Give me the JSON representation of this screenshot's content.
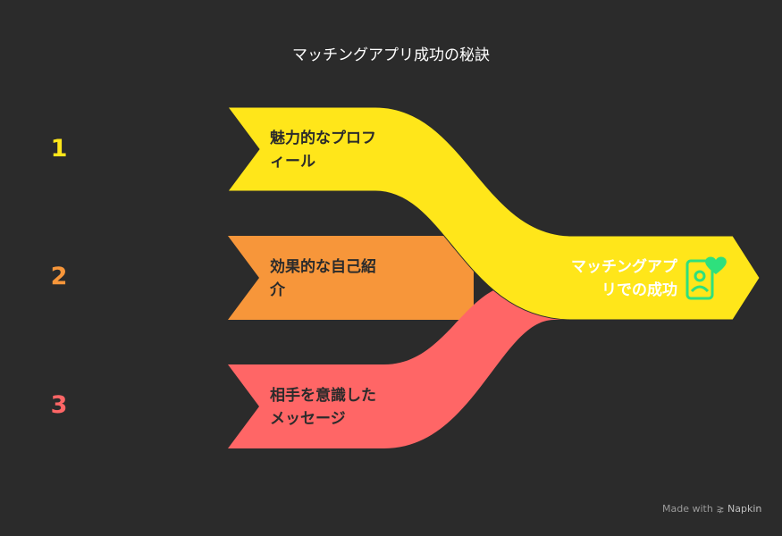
{
  "title": "マッチングアプリ成功の秘訣",
  "steps": [
    {
      "number": "1",
      "label": "魅力的なプロフ\nィール",
      "color": "#ffe61a"
    },
    {
      "number": "2",
      "label": "効果的な自己紹\n介",
      "color": "#f7963a"
    },
    {
      "number": "3",
      "label": "相手を意識した\nメッセージ",
      "color": "#ff6666"
    }
  ],
  "result": {
    "label": "マッチングアプ\nリでの成功",
    "icon": "phone-heart-icon",
    "icon_color": "#2ee07d"
  },
  "footer": {
    "prefix": "Made with",
    "brand": "Napkin",
    "icon": "napkin-logo-icon"
  }
}
